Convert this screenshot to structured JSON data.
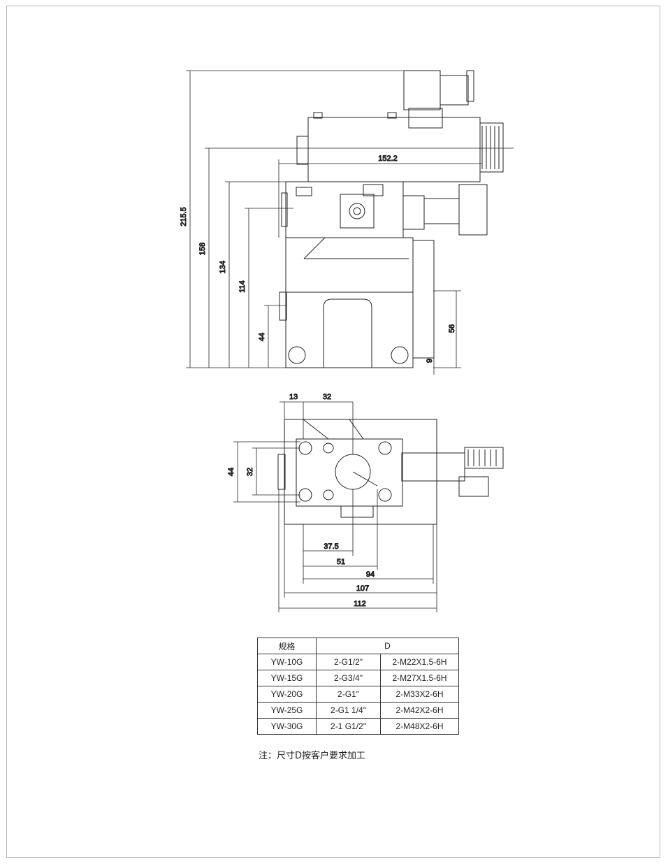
{
  "front_view": {
    "dim_overall_height": "215.5",
    "dim_height_158": "158",
    "dim_height_134": "134",
    "dim_height_114": "114",
    "dim_height_44": "44",
    "dim_width_152": "152.2",
    "dim_height_56": "56",
    "dim_height_9": "9"
  },
  "top_view": {
    "dim_13": "13",
    "dim_32_top": "32",
    "dim_44": "44",
    "dim_32_side": "32",
    "dim_37_5": "37.5",
    "dim_51": "51",
    "dim_94": "94",
    "dim_107": "107",
    "dim_112": "112"
  },
  "spec_table": {
    "header_model": "规格",
    "header_d": "D",
    "rows": [
      {
        "model": "YW-10G",
        "thread": "2-G1/2\"",
        "metric": "2-M22X1.5-6H"
      },
      {
        "model": "YW-15G",
        "thread": "2-G3/4\"",
        "metric": "2-M27X1.5-6H"
      },
      {
        "model": "YW-20G",
        "thread": "2-G1\"",
        "metric": "2-M33X2-6H"
      },
      {
        "model": "YW-25G",
        "thread": "2-G1 1/4\"",
        "metric": "2-M42X2-6H"
      },
      {
        "model": "YW-30G",
        "thread": "2-1 G1/2\"",
        "metric": "2-M48X2-6H"
      }
    ]
  },
  "note": "注：尺寸D按客户要求加工"
}
